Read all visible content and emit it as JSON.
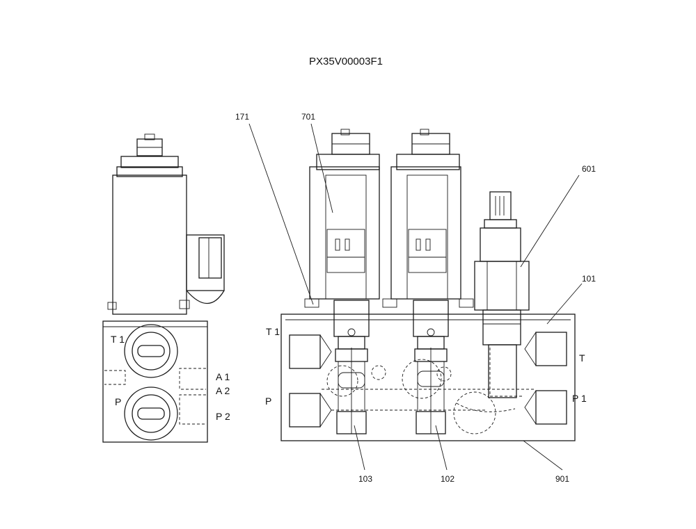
{
  "title": "PX35V00003F1",
  "callouts": {
    "c171": "171",
    "c701": "701",
    "c601": "601",
    "c101": "101",
    "c103": "103",
    "c102": "102",
    "c901": "901"
  },
  "side_view_ports": {
    "t1": "T 1",
    "p": "P",
    "a1": "A 1",
    "a2": "A 2",
    "p2": "P 2"
  },
  "front_view_ports": {
    "t1": "T 1",
    "p": "P",
    "t": "T",
    "p1": "P 1"
  }
}
